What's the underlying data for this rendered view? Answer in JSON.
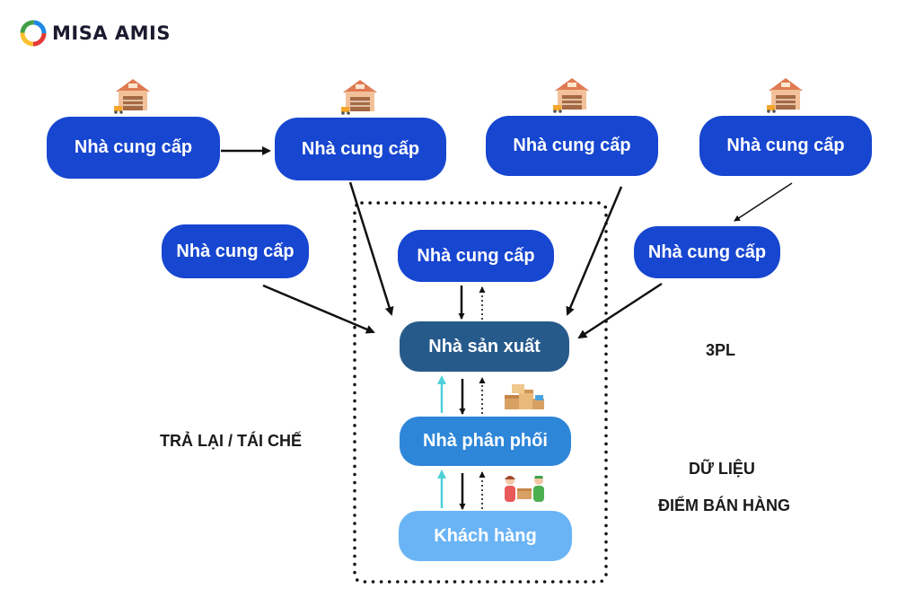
{
  "logo": {
    "text": "MISA AMIS",
    "icon": "misa-swirl-icon"
  },
  "nodes": {
    "supplier_top_1": "Nhà cung cấp",
    "supplier_top_2": "Nhà cung cấp",
    "supplier_top_3": "Nhà cung cấp",
    "supplier_top_4": "Nhà cung cấp",
    "supplier_left": "Nhà cung cấp",
    "supplier_center": "Nhà cung cấp",
    "supplier_right": "Nhà cung cấp",
    "manufacturer": "Nhà sản xuất",
    "distributor": "Nhà phân phối",
    "customer": "Khách hàng"
  },
  "labels": {
    "return_recycle": "TRẢ LẠI / TÁI CHẾ",
    "third_party_logistics": "3PL",
    "data": "DỮ LIỆU",
    "point_of_sale": "ĐIỂM BÁN HÀNG"
  },
  "colors": {
    "supplier": "#1746d0",
    "manufacturer": "#265a8b",
    "distributor": "#2e86d9",
    "customer": "#6ab4f5",
    "return_arrow": "#4fd1d9"
  },
  "icons": [
    "warehouse-icon",
    "boxes-icon",
    "handover-icon"
  ]
}
